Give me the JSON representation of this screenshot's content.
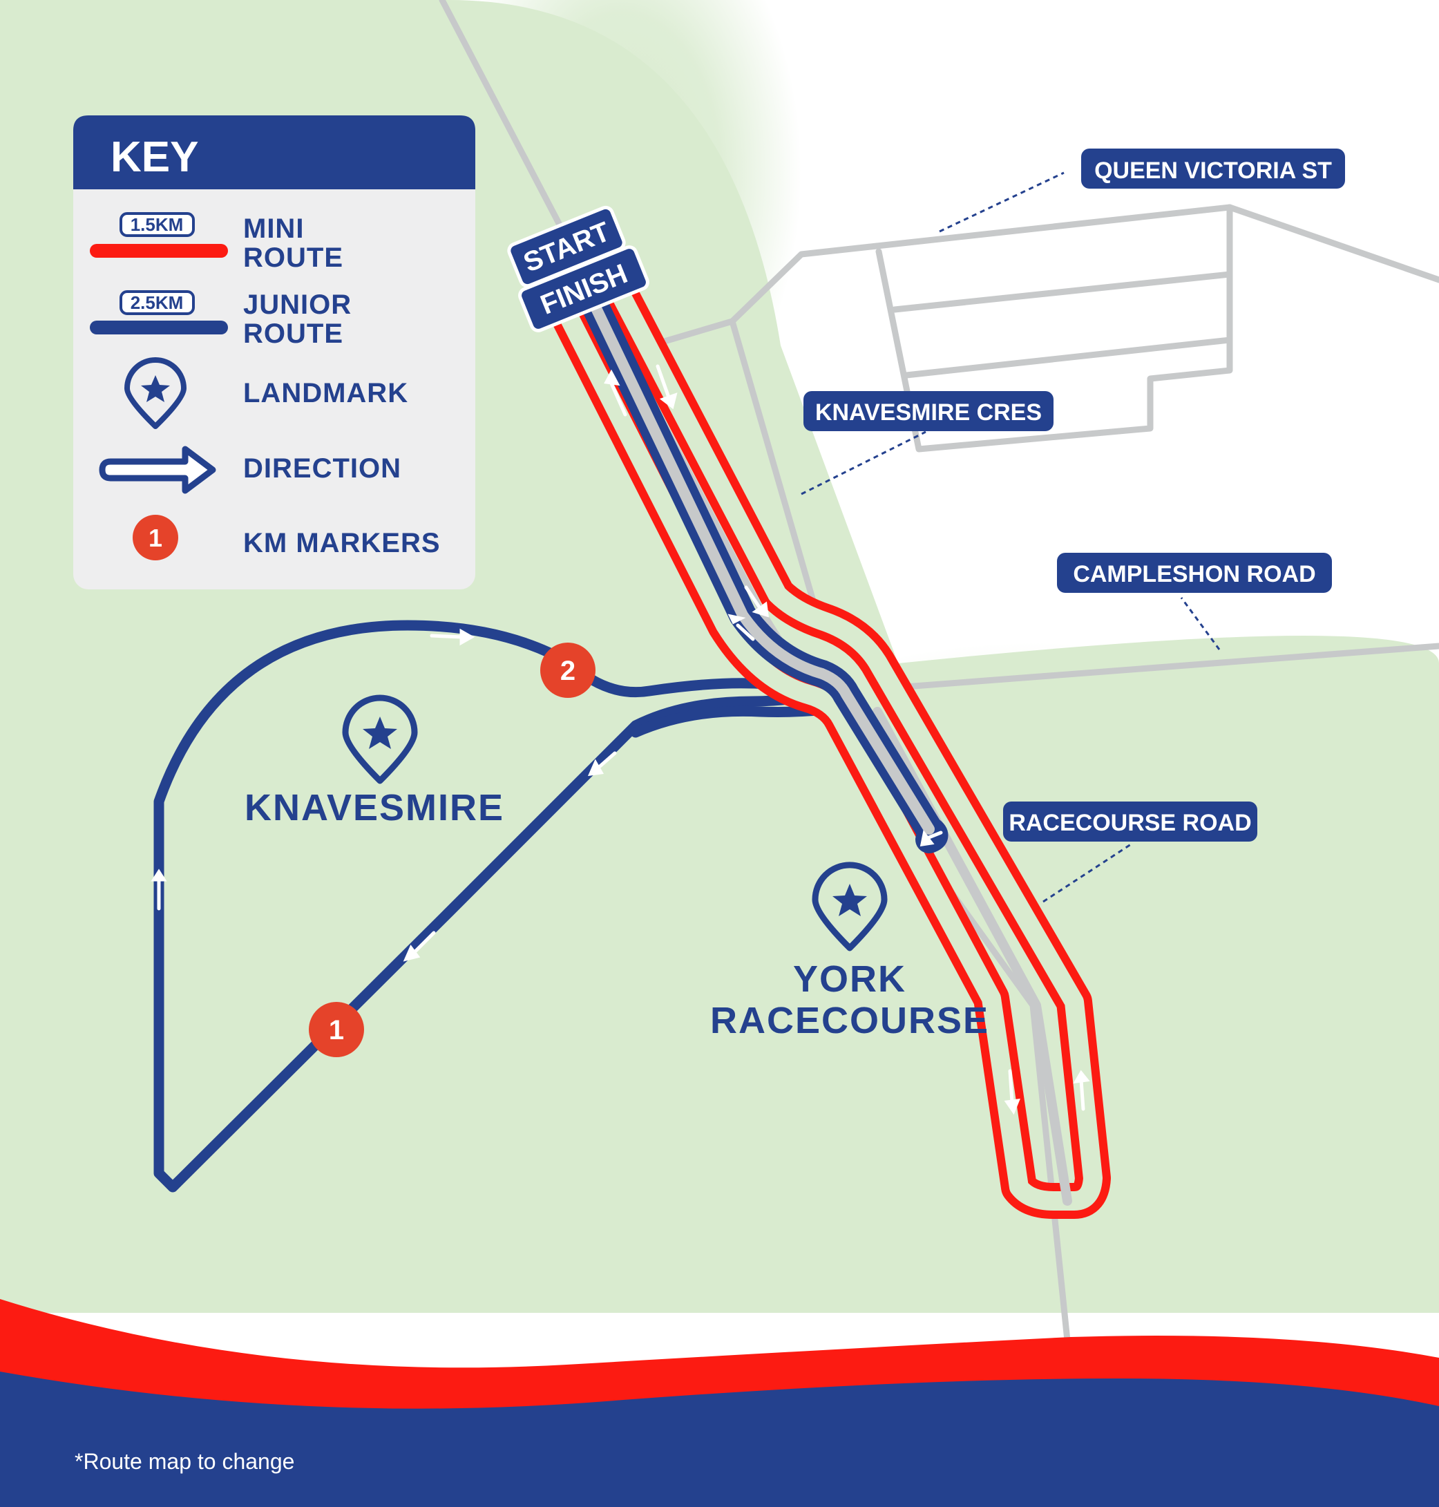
{
  "colors": {
    "navy": "#24418e",
    "red": "#fc1b12",
    "grass": "#d9ebcf",
    "road": "#c7c9ca",
    "marker": "#e5432a",
    "white": "#ffffff"
  },
  "key": {
    "title": "KEY",
    "mini_badge": "1.5KM",
    "mini_label_1": "MINI",
    "mini_label_2": "ROUTE",
    "junior_badge": "2.5KM",
    "junior_label_1": "JUNIOR",
    "junior_label_2": "ROUTE",
    "landmark_label": "LANDMARK",
    "direction_label": "DIRECTION",
    "marker_sample": "1",
    "km_markers_label": "KM MARKERS"
  },
  "start_finish": {
    "start": "START",
    "finish": "FINISH"
  },
  "roads": {
    "queen_victoria": "QUEEN VICTORIA ST",
    "knavesmire_cres": "KNAVESMIRE CRES",
    "campleshon": "CAMPLESHON ROAD",
    "racecourse": "RACECOURSE ROAD"
  },
  "landmarks": {
    "knavesmire": "KNAVESMIRE",
    "york_1": "YORK",
    "york_2": "RACECOURSE"
  },
  "km_markers": [
    "1",
    "2"
  ],
  "footer": {
    "note": "*Route map to change"
  }
}
